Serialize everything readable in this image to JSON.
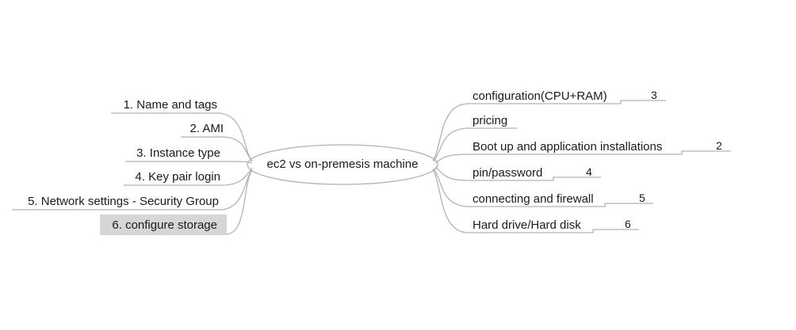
{
  "root": {
    "label": "ec2 vs on-premesis machine"
  },
  "left_branches": [
    {
      "label": "1. Name and tags"
    },
    {
      "label": "2. AMI"
    },
    {
      "label": "3. Instance type"
    },
    {
      "label": "4. Key pair login"
    },
    {
      "label": "5. Network settings - Security Group"
    },
    {
      "label": "6. configure storage",
      "highlighted": true
    }
  ],
  "right_branches": [
    {
      "label": "configuration(CPU+RAM)",
      "note": "3"
    },
    {
      "label": "pricing",
      "note": ""
    },
    {
      "label": "Boot up and application installations",
      "note": "2"
    },
    {
      "label": "pin/password",
      "note": "4"
    },
    {
      "label": "connecting and firewall",
      "note": "5"
    },
    {
      "label": "Hard drive/Hard disk",
      "note": "6"
    }
  ],
  "colors": {
    "line": "#b3b3b3",
    "highlight": "#d6d6d6",
    "text": "#1a1a1a"
  }
}
